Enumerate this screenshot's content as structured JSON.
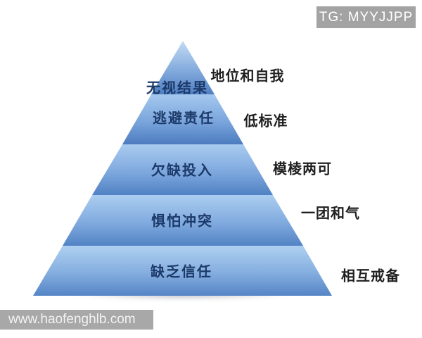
{
  "watermarks": {
    "tg_badge": "TG: MYYJJPP",
    "tg_badge_bg": "#a3a3a3",
    "site_url": "www.haofenghlb.com",
    "site_bar_bg": "#a8a8a8"
  },
  "pyramid": {
    "type": "pyramid-diagram",
    "level_count": 5,
    "label_color": "#1c3a69",
    "side_label_color": "#1f1f1f",
    "levels": [
      {
        "label": "无视结果",
        "side_label": "地位和自我",
        "gradient_top": "#c3dbf5",
        "gradient_mid": "#84abdd",
        "gradient_bottom": "#4f7fc2"
      },
      {
        "label": "逃避责任",
        "side_label": "低标准",
        "gradient_top": "#a5c8ee",
        "gradient_mid": "#7aa5dc",
        "gradient_bottom": "#4c7cbf"
      },
      {
        "label": "欠缺投入",
        "side_label": "模棱两可",
        "gradient_top": "#a9cbef",
        "gradient_mid": "#7ea8de",
        "gradient_bottom": "#5081c3"
      },
      {
        "label": "惧怕冲突",
        "side_label": "一团和气",
        "gradient_top": "#abcdf0",
        "gradient_mid": "#80aadf",
        "gradient_bottom": "#5383c5"
      },
      {
        "label": "缺乏信任",
        "side_label": "相互戒备",
        "gradient_top": "#aed0f1",
        "gradient_mid": "#84addf",
        "gradient_bottom": "#5585c6"
      }
    ]
  }
}
